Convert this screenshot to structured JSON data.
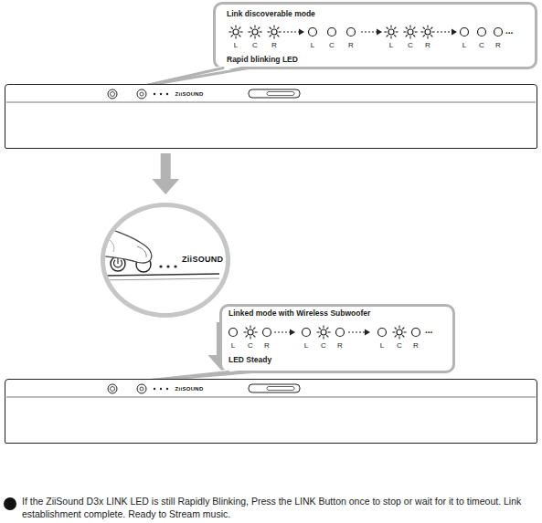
{
  "diagram": {
    "nodes": [
      {
        "text": [
          "Link discoverable mode",
          "Rapid blinking LED"
        ]
      },
      {
        "text": [
          "ZiiSOUND"
        ]
      },
      {
        "text": [
          "ZiiSOUND"
        ]
      },
      {
        "text": [
          "Linked mode with Wireless Subwoofer",
          "LED Steady"
        ]
      },
      {
        "text": [
          "ZiiSOUND"
        ]
      }
    ],
    "edges": [
      {
        "from": 1,
        "to": 2,
        "arrow": "to"
      },
      {
        "from": 2,
        "to": 4,
        "arrow": "to"
      }
    ],
    "labels": [
      "L",
      "C",
      "R",
      "L",
      "C",
      "R",
      "L",
      "C",
      "R",
      "L",
      "C",
      "R",
      "...",
      "L",
      "C",
      "R",
      "L",
      "C",
      "R",
      "L",
      "C",
      "R",
      "...",
      "If the ZiiSound D3x LINK LED is still Rapidly Blinking, Press the LINK Button once to stop or wait for it to timeout. Link establishment complete. Ready to Stream music."
    ]
  }
}
